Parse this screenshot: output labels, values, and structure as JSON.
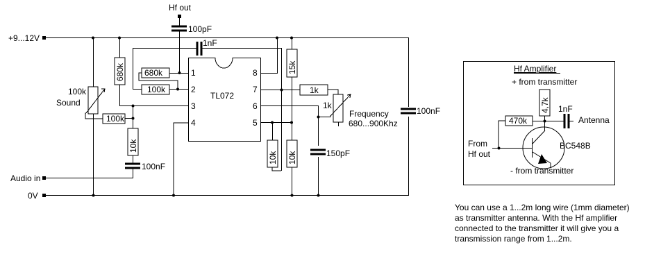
{
  "main_circuit": {
    "terminals": {
      "supply": "+9...12V",
      "ground": "0V",
      "audio_in": "Audio in",
      "hf_out": "Hf out"
    },
    "ic": {
      "name": "TL072",
      "pins_left": [
        "1",
        "2",
        "3",
        "4"
      ],
      "pins_right": [
        "8",
        "7",
        "6",
        "5"
      ]
    },
    "components": {
      "c_hf_out": "100pF",
      "c_feedback": "1nF",
      "r_pin1": "680k",
      "r_pin2": "100k",
      "r_bias_top": "680k",
      "pot_sound": "100k",
      "pot_sound_label": "Sound",
      "r_sound": "100k",
      "r_audio": "10k",
      "c_audio": "100nF",
      "r_15k": "15k",
      "r_pin7": "1k",
      "pot_freq": "1k",
      "freq_label": "Frequency",
      "freq_range": "680...900Khz",
      "c_150p": "150pF",
      "r_10k_a": "10k",
      "r_10k_b": "10k",
      "c_decouple": "100nF"
    }
  },
  "hf_amplifier": {
    "title": "Hf Amplifier",
    "plus_label": "+ from transmitter",
    "minus_label": "- from transmitter",
    "r_collector": "4,7k",
    "r_base": "470k",
    "c_antenna": "1nF",
    "antenna_label": "Antenna",
    "input_label_1": "From",
    "input_label_2": "Hf out",
    "transistor": "BC548B"
  },
  "note": "You can use a 1...2m long wire (1mm diameter) as transmitter antenna. With the Hf amplifier connected to the transmitter it will give you a transmission range from 1...2m."
}
